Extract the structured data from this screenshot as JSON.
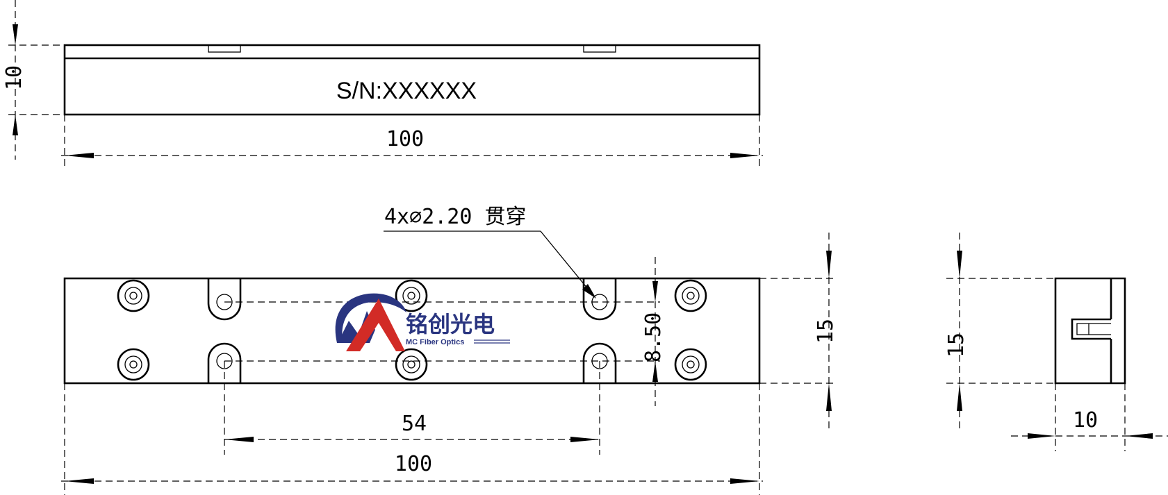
{
  "serial_label": "S/N:XXXXXX",
  "dimensions": {
    "top_height": "10",
    "top_length": "100",
    "front_hole_pitch": "54",
    "front_length": "100",
    "front_hole_offset": "8.50",
    "front_height": "15",
    "side_height": "15",
    "side_width": "10"
  },
  "hole_callout": "4x∅2.20 贯穿",
  "logo": {
    "name_cn": "铭创光电",
    "name_en": "MC Fiber Optics",
    "colors": {
      "navy": "#2a3580",
      "red": "#d22b26"
    }
  }
}
